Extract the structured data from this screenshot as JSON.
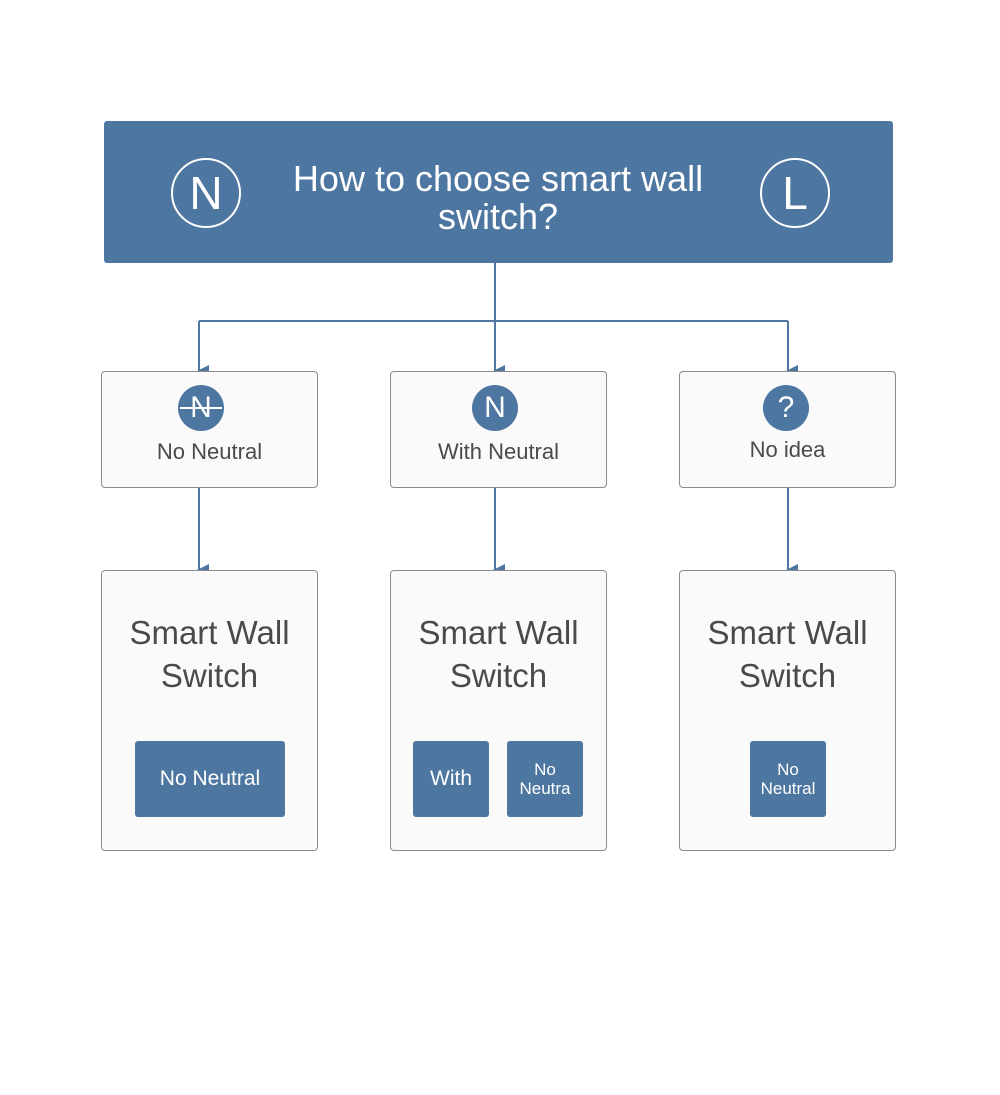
{
  "header": {
    "title": "How to choose smart wall switch?",
    "left_symbol": "N",
    "right_symbol": "L"
  },
  "options": [
    {
      "icon": "N",
      "icon_name": "no-neutral-icon",
      "label": "No Neutral"
    },
    {
      "icon": "N",
      "icon_name": "neutral-icon",
      "label": "With Neutral"
    },
    {
      "icon": "?",
      "icon_name": "question-icon",
      "label": "No idea"
    }
  ],
  "products": [
    {
      "title_line1": "Smart Wall",
      "title_line2": "Switch",
      "chips": [
        "No Neutral"
      ]
    },
    {
      "title_line1": "Smart Wall",
      "title_line2": "Switch",
      "chips": [
        "With",
        "No Neutra"
      ]
    },
    {
      "title_line1": "Smart Wall",
      "title_line2": "Switch",
      "chips": [
        "No Neutral"
      ]
    }
  ],
  "colors": {
    "primary": "#4d76a1",
    "card_border": "#8c8c8c",
    "card_background": "#fafafa",
    "text": "#4a4a4a"
  }
}
